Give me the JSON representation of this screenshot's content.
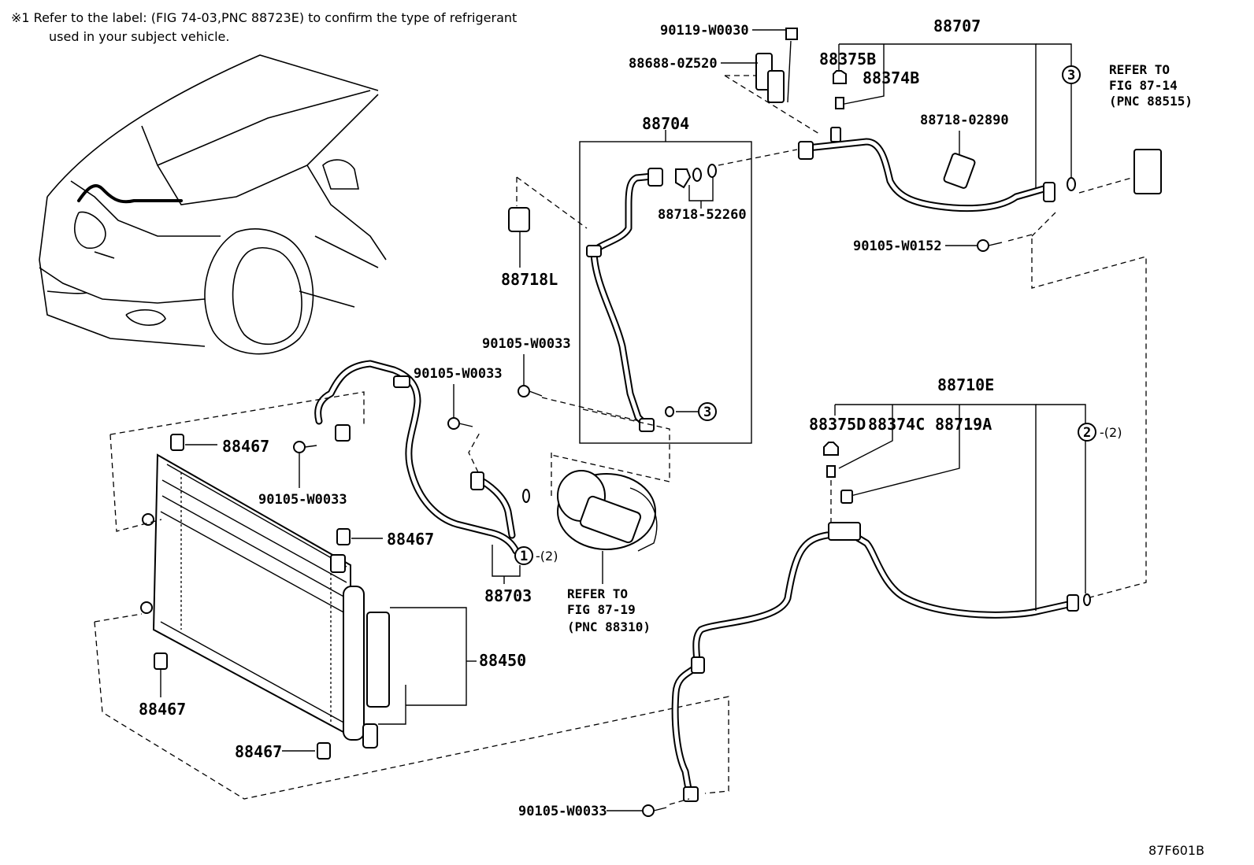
{
  "note": {
    "line1": "※1 Refer to the label: (FIG 74-03,PNC 88723E) to confirm the type of refrigerant",
    "line2": "used in your subject vehicle."
  },
  "labels": {
    "p90119": "90119-W0030",
    "p88688": "88688-0Z520",
    "p88707": "88707",
    "p88375B": "88375B",
    "p88374B": "88374B",
    "ref_8714_1": "REFER TO",
    "ref_8714_2": "FIG 87-14",
    "ref_8714_3": "(PNC 88515)",
    "p88704": "88704",
    "p88718_02890": "88718-02890",
    "p88718_52260": "88718-52260",
    "p90105_W0152": "90105-W0152",
    "p88718L": "88718L",
    "p90105_W0033_a": "90105-W0033",
    "p90105_W0033_b": "90105-W0033",
    "p90105_W0033_c": "90105-W0033",
    "p90105_W0033_d": "90105-W0033",
    "p88467_a": "88467",
    "p88467_b": "88467",
    "p88467_c": "88467",
    "p88467_d": "88467",
    "p88710E": "88710E",
    "p88375D": "88375D",
    "p88374C": "88374C",
    "p88719A": "88719A",
    "p88703": "88703",
    "ref_8719_1": "REFER TO",
    "ref_8719_2": "FIG 87-19",
    "ref_8719_3": "(PNC 88310)",
    "p88450": "88450",
    "circle1": "1",
    "circle2": "2",
    "circle3a": "3",
    "circle3b": "3",
    "qty1": "-(2)",
    "qty2": "-(2)",
    "figure_code": "87F601B"
  }
}
